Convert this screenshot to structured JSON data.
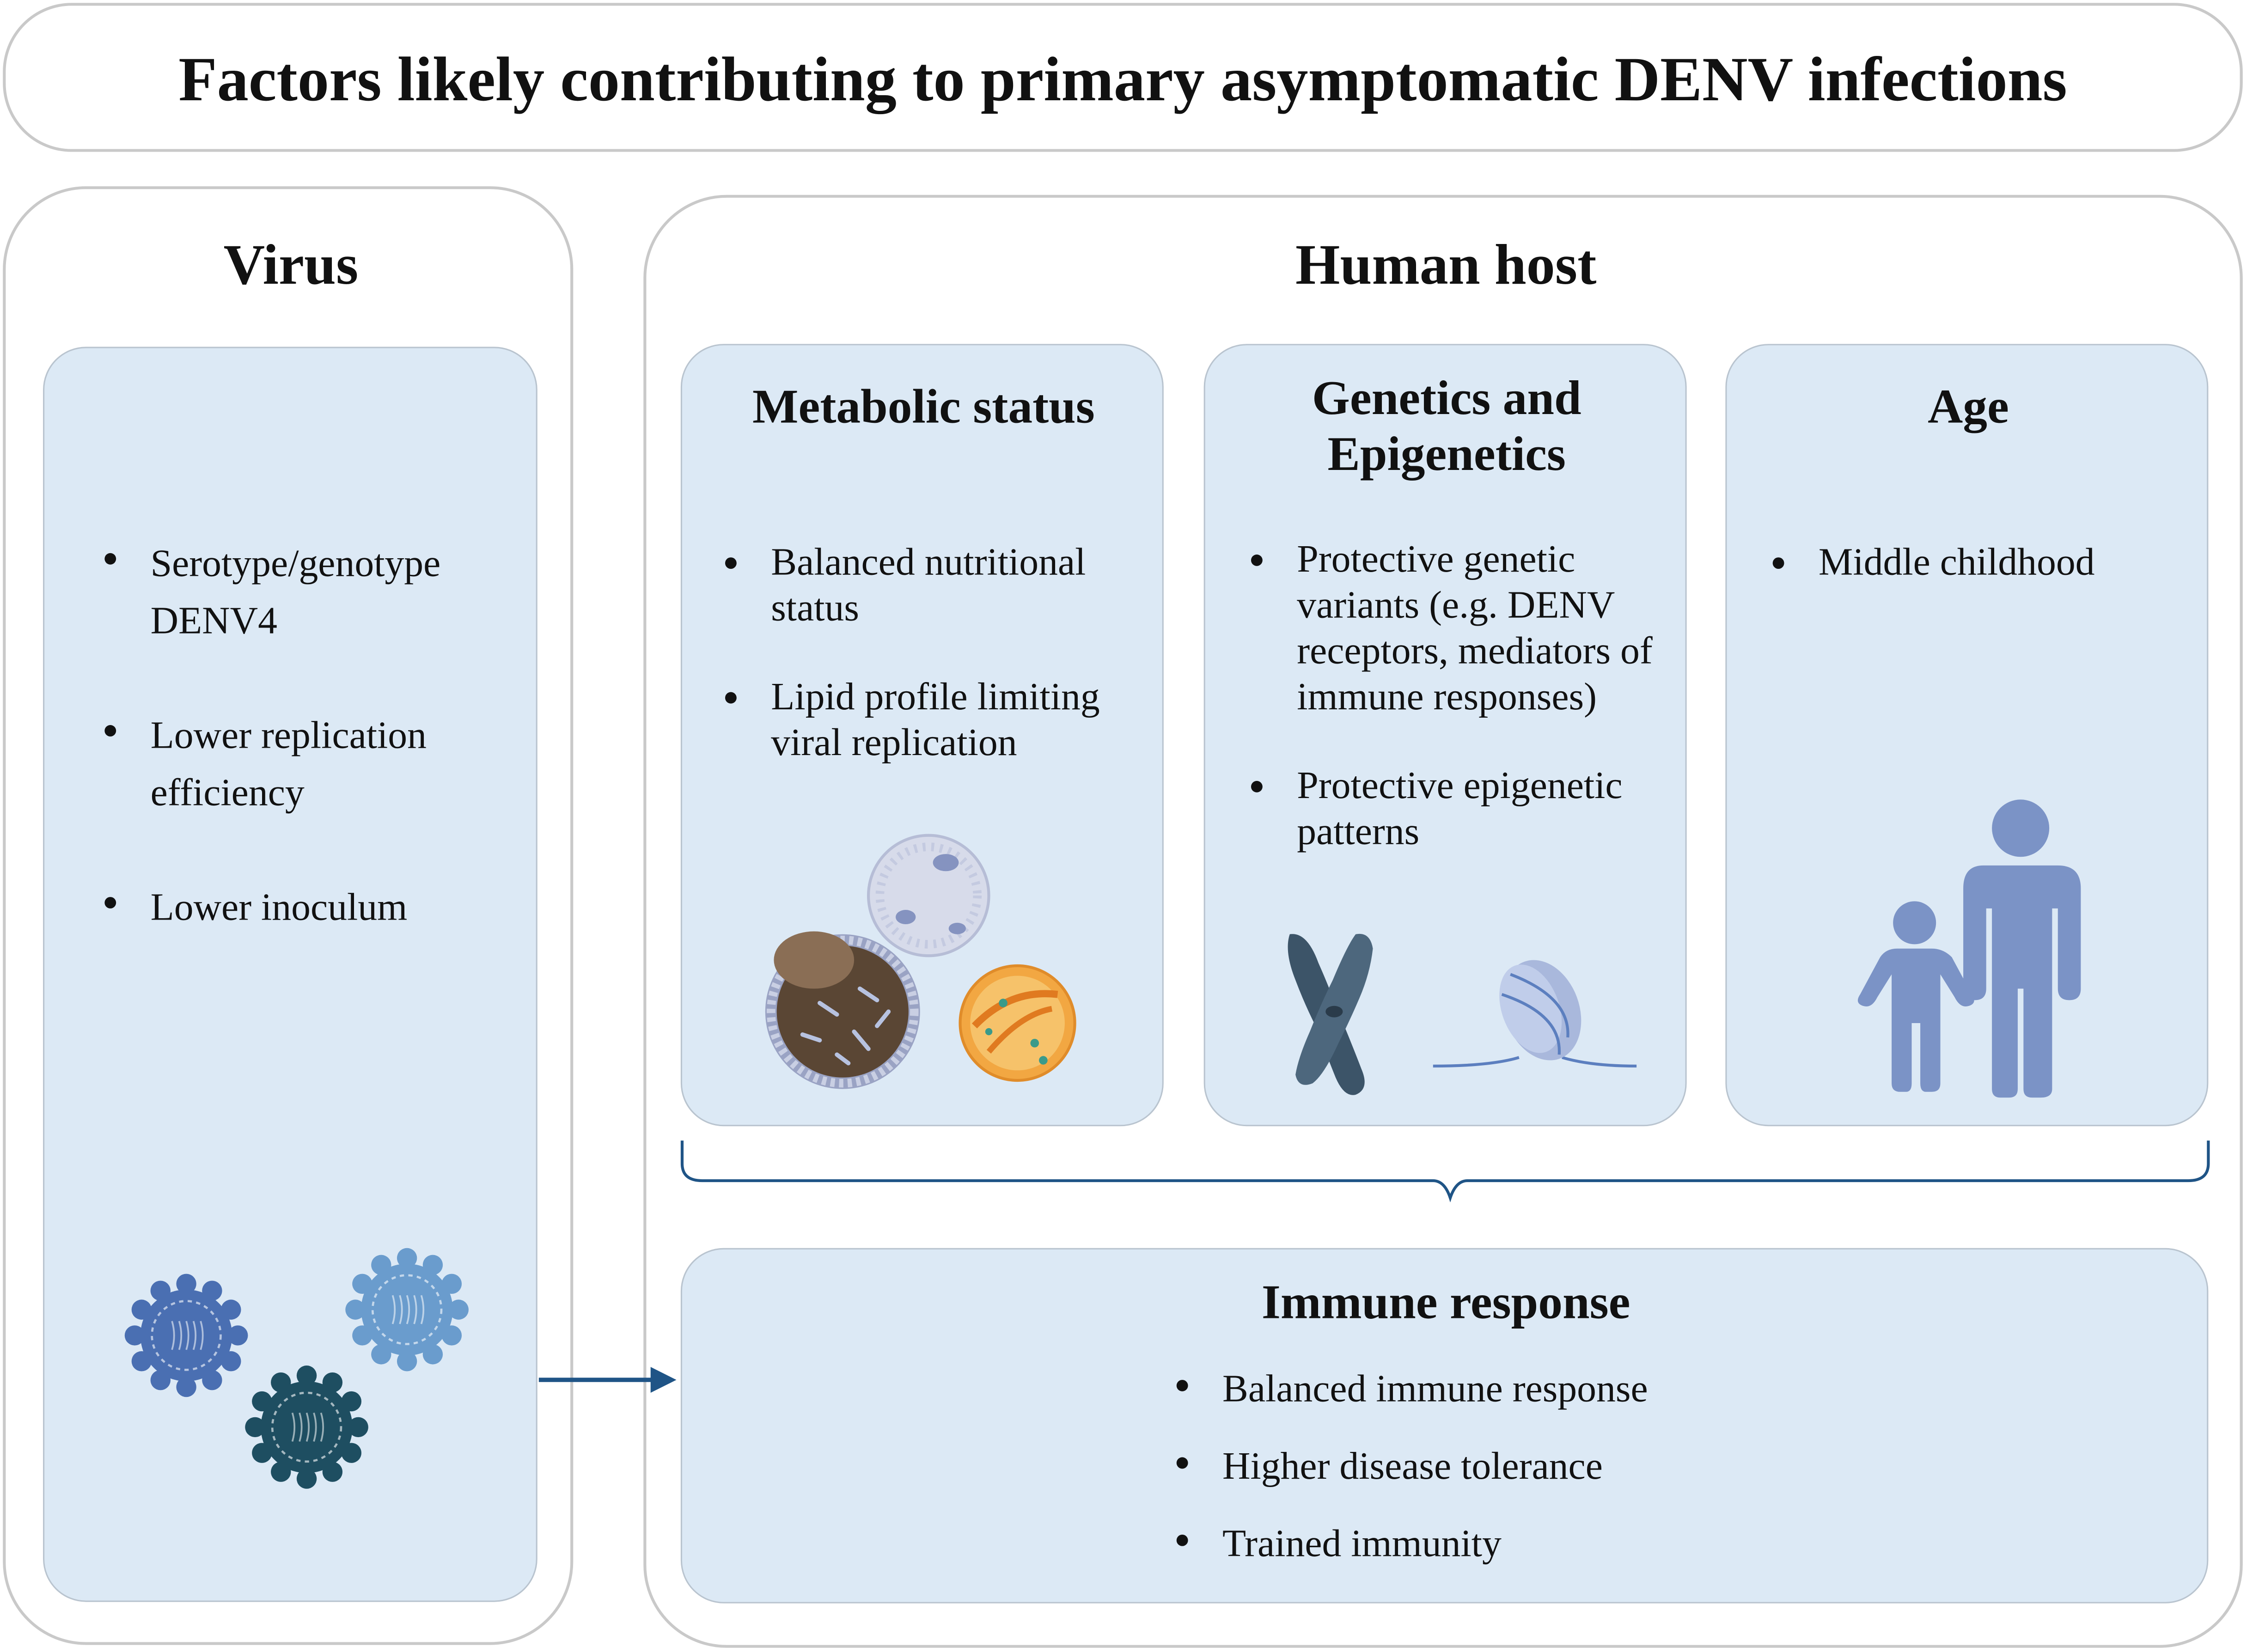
{
  "header": {
    "title": "Factors likely contributing to primary asymptomatic DENV infections"
  },
  "virus": {
    "title": "Virus",
    "items": [
      "Serotype/genotype DENV4",
      "Lower replication efficiency",
      "Lower inoculum"
    ]
  },
  "host": {
    "title": "Human host",
    "metabolic": {
      "title": "Metabolic status",
      "items": [
        "Balanced nutritional status",
        "Lipid profile limiting viral replication"
      ]
    },
    "genetics": {
      "title_line1": "Genetics and",
      "title_line2": "Epigenetics",
      "items": [
        "Protective genetic variants (e.g. DENV receptors, mediators of immune responses)",
        "Protective epigenetic patterns"
      ]
    },
    "age": {
      "title": "Age",
      "items": [
        "Middle childhood"
      ]
    }
  },
  "immune": {
    "title": "Immune response",
    "items": [
      "Balanced immune response",
      "Higher disease tolerance",
      "Trained immunity"
    ]
  },
  "colors": {
    "panel_fill": "#dce9f5",
    "arrow": "#1f5486",
    "virus_dark": "#1e4e61",
    "virus_mid": "#4a6fb2",
    "virus_light": "#6a9ccd",
    "person": "#7b93c6"
  },
  "icons": [
    "virus-particle-icon",
    "lipid-droplet-icon",
    "chromosome-icon",
    "nucleosome-icon",
    "adult-child-icon",
    "arrow-right-icon",
    "curly-brace-icon"
  ]
}
